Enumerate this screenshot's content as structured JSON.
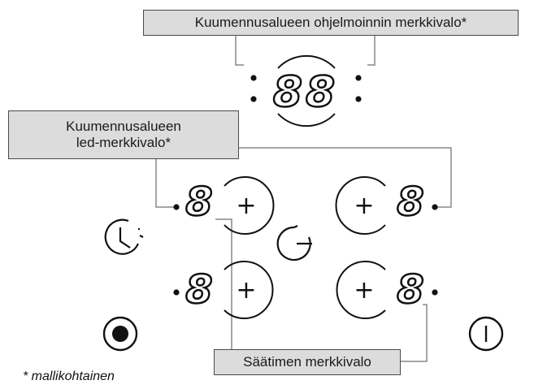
{
  "callouts": {
    "programming_indicator": "Kuumennusalueen ohjelmoinnin merkkivalo*",
    "zone_led_line1": "Kuumennusalueen",
    "zone_led_line2": "led-merkkivalo*",
    "regulator_indicator": "Säätimen merkkivalo"
  },
  "footnote": "* mallikohtainen",
  "display": {
    "timer_digits": "88",
    "zone_digit": "8",
    "plus_symbol": "+",
    "minus_symbol": "−"
  },
  "icons": {
    "timer": "clock-icon",
    "minus": "minus-icon",
    "lock": "lock-icon",
    "power": "power-icon"
  },
  "colors": {
    "ink": "#111111",
    "leader": "#888888",
    "callout_fill": "#dcdcdc"
  }
}
